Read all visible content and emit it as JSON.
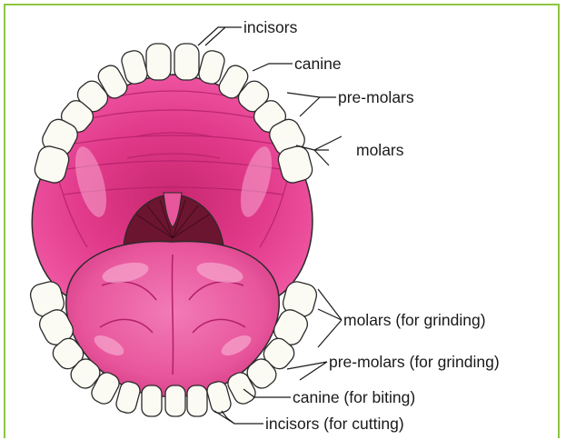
{
  "labels": {
    "incisors_top": "incisors",
    "canine_top": "canine",
    "premolars_top": "pre-molars",
    "molars_top": "molars",
    "molars_bottom": "molars (for grinding)",
    "premolars_bottom": "pre-molars (for grinding)",
    "canine_bottom": "canine (for biting)",
    "incisors_bottom": "incisors (for cutting)"
  },
  "colors": {
    "frame": "#8dc63f",
    "palate": "#e23a8c",
    "tongue": "#e8569c",
    "throat": "#6b1530",
    "tooth": "#fbfaf3",
    "outline": "#2a2a2a"
  }
}
